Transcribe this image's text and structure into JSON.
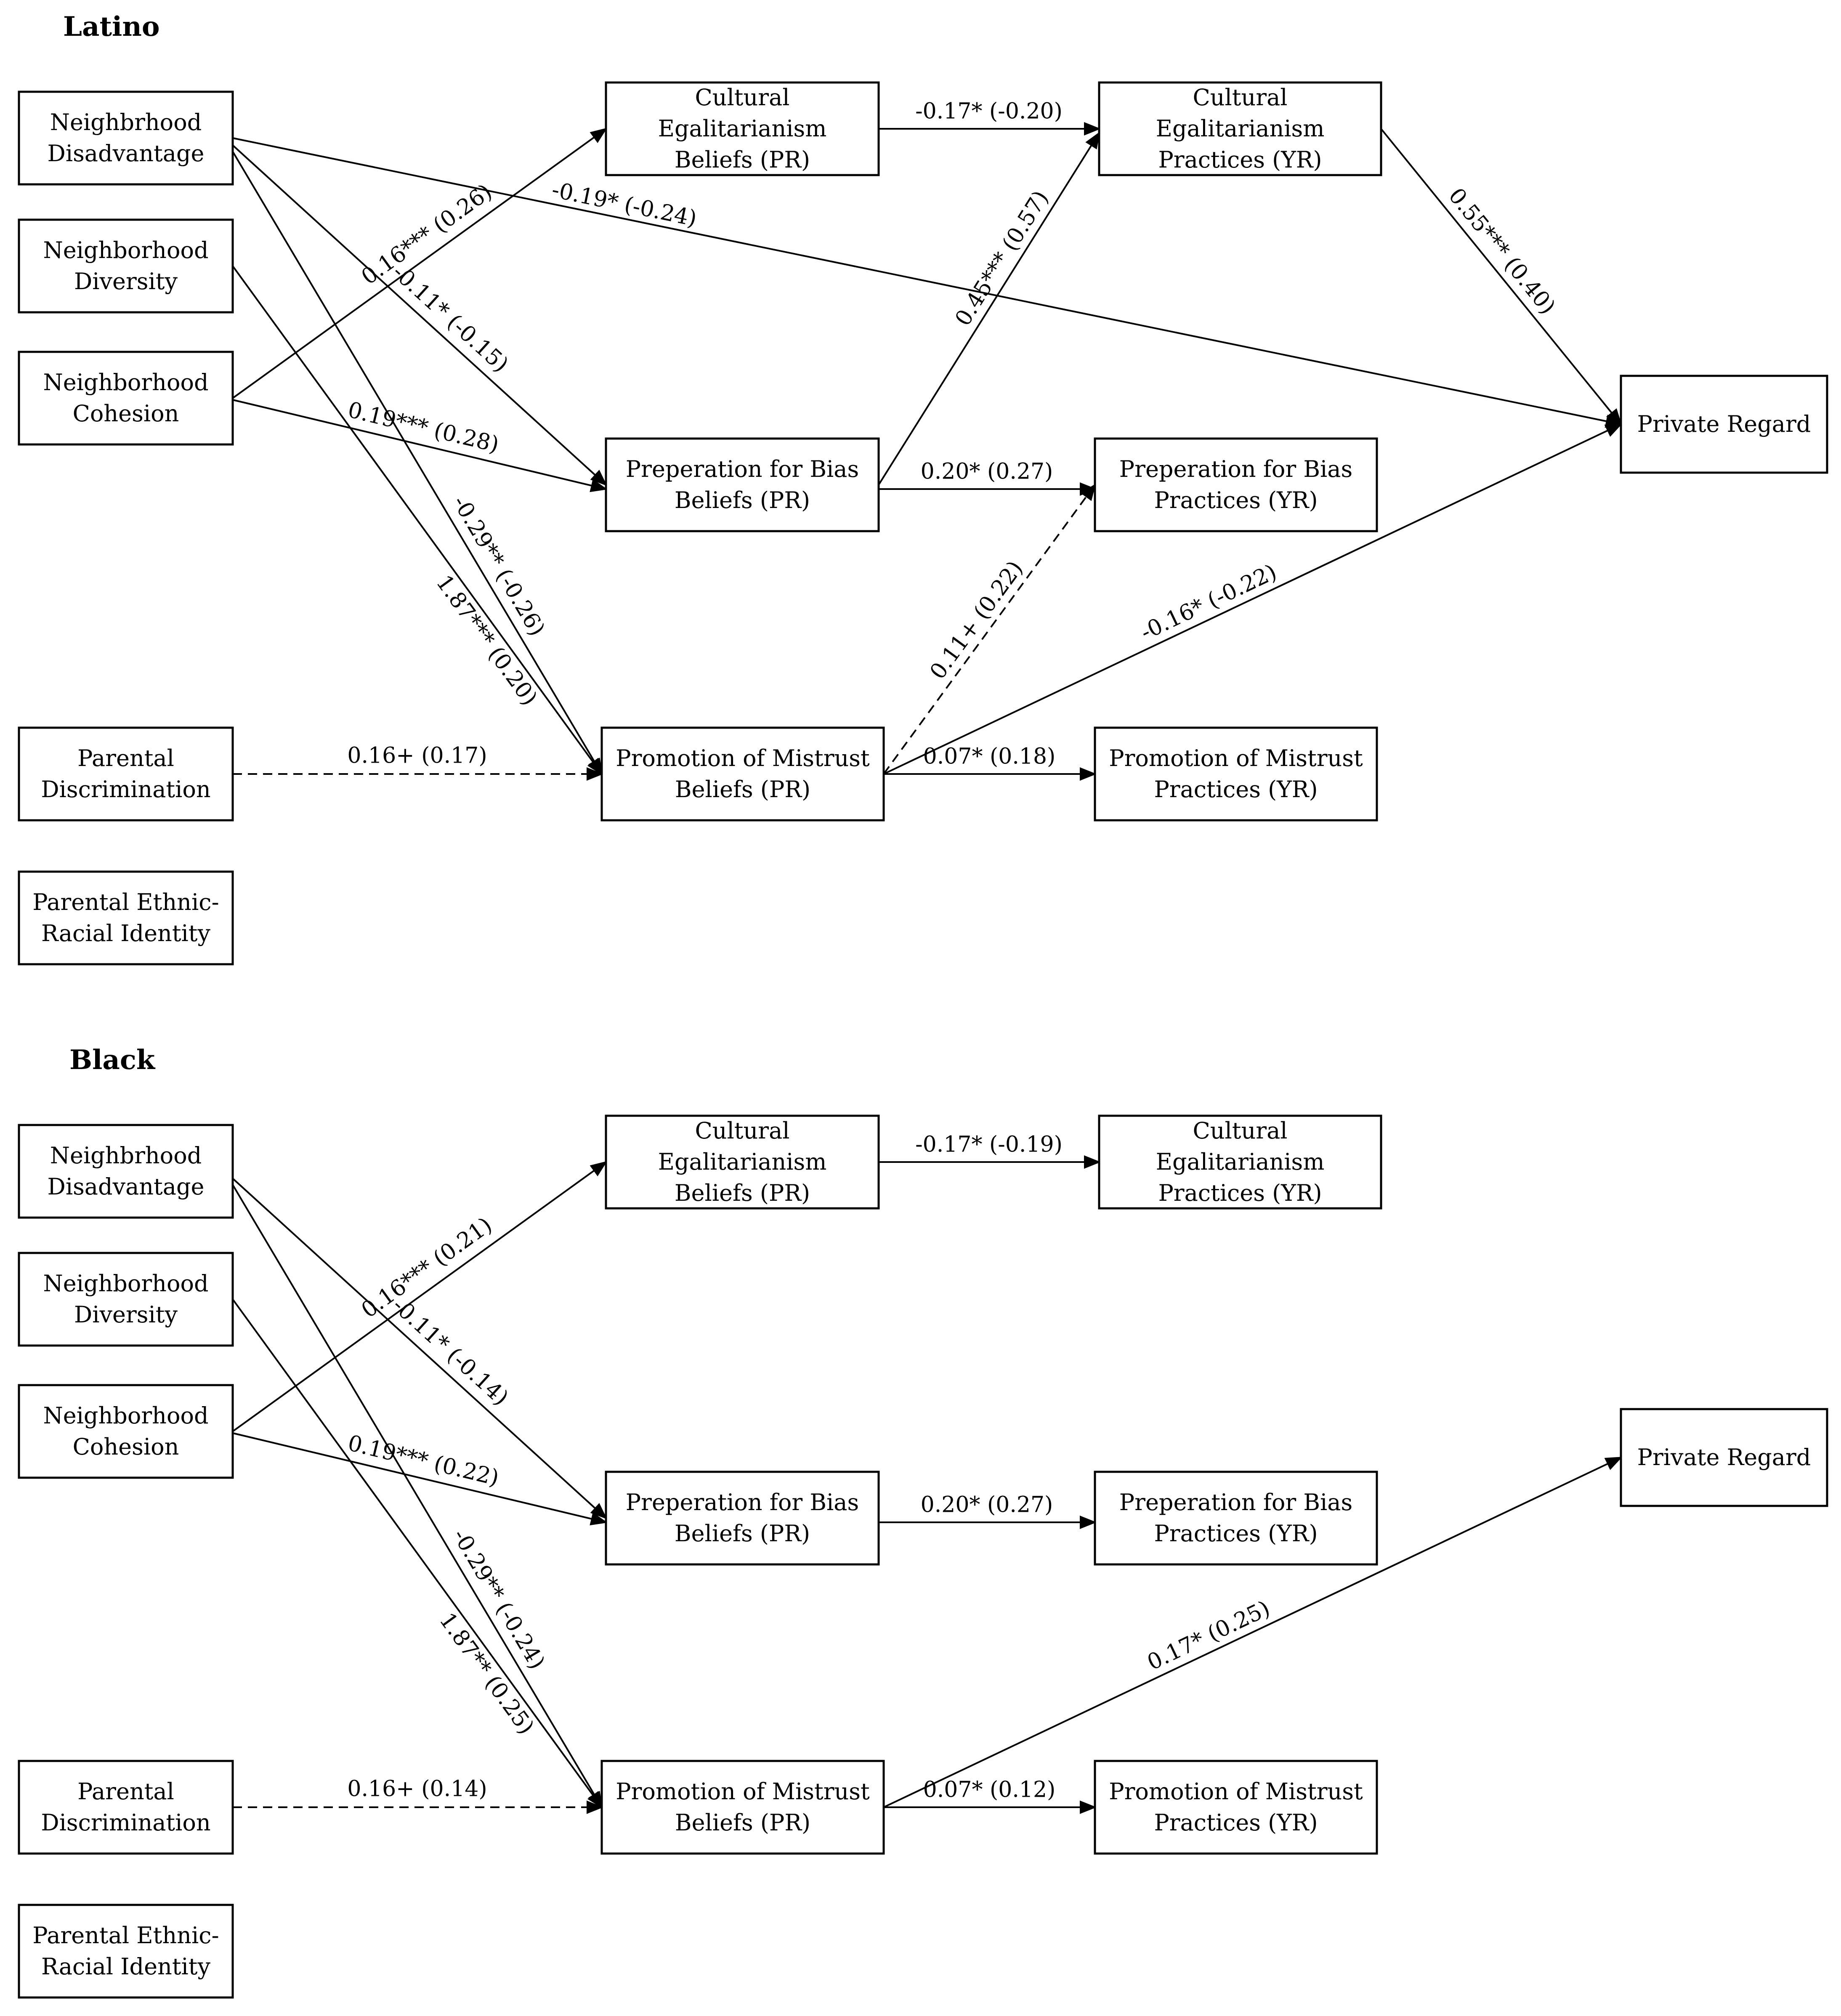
{
  "panels": [
    {
      "title": "Latino",
      "nodes": {
        "nd": [
          "Neighbrhood",
          "Disadvantage"
        ],
        "ndiv": [
          "Neighborhood",
          "Diversity"
        ],
        "nc": [
          "Neighborhood",
          "Cohesion"
        ],
        "pd": [
          "Parental",
          "Discrimination"
        ],
        "peri": [
          "Parental Ethnic-",
          "Racial Identity"
        ],
        "ceb": [
          "Cultural",
          "Egalitarianism",
          "Beliefs  (PR)"
        ],
        "pbb": [
          "Preperation for Bias",
          "Beliefs (PR)"
        ],
        "pmb": [
          "Promotion of Mistrust",
          "Beliefs (PR)"
        ],
        "cep": [
          "Cultural",
          "Egalitarianism",
          "Practices (YR)"
        ],
        "pbp": [
          "Preperation for Bias",
          "Practices (YR)"
        ],
        "pmp": [
          "Promotion of Mistrust",
          "Practices (YR)"
        ],
        "pr": [
          "Private Regard"
        ]
      },
      "edges": [
        {
          "from": "nc",
          "to": "ceb",
          "label": "0.16*** (0.26)",
          "dashed": false
        },
        {
          "from": "ceb",
          "to": "cep",
          "label": "-0.17* (-0.20)",
          "dashed": false
        },
        {
          "from": "nd",
          "to": "pr",
          "label": "-0.19* (-0.24)",
          "dashed": false
        },
        {
          "from": "pbb",
          "to": "cep",
          "label": "0.45*** (0.57)",
          "dashed": false
        },
        {
          "from": "cep",
          "to": "pr",
          "label": "0.55*** (0.40)",
          "dashed": false
        },
        {
          "from": "nd",
          "to": "pbb",
          "label": "-0.11* (-0.15)",
          "dashed": false
        },
        {
          "from": "nc",
          "to": "pbb",
          "label": "0.19*** (0.28)",
          "dashed": false
        },
        {
          "from": "pbb",
          "to": "pbp",
          "label": "0.20* (0.27)",
          "dashed": false
        },
        {
          "from": "nd",
          "to": "pmb",
          "label": "-0.29** (-0.26)",
          "dashed": false
        },
        {
          "from": "ndiv",
          "to": "pmb",
          "label": "1.87*** (0.20)",
          "dashed": false
        },
        {
          "from": "pmb",
          "to": "pbp",
          "label": "0.11+ (0.22)",
          "dashed": true
        },
        {
          "from": "pmb",
          "to": "pr",
          "label": "-0.16* (-0.22)",
          "dashed": false
        },
        {
          "from": "pd",
          "to": "pmb",
          "label": "0.16+ (0.17)",
          "dashed": true
        },
        {
          "from": "pmb",
          "to": "pmp",
          "label": "0.07* (0.18)",
          "dashed": false
        }
      ]
    },
    {
      "title": "Black",
      "nodes": {
        "nd": [
          "Neighbrhood",
          "Disadvantage"
        ],
        "ndiv": [
          "Neighborhood",
          "Diversity"
        ],
        "nc": [
          "Neighborhood",
          "Cohesion"
        ],
        "pd": [
          "Parental",
          "Discrimination"
        ],
        "peri": [
          "Parental Ethnic-",
          "Racial Identity"
        ],
        "ceb": [
          "Cultural",
          "Egalitarianism",
          "Beliefs  (PR)"
        ],
        "pbb": [
          "Preperation for Bias",
          "Beliefs (PR)"
        ],
        "pmb": [
          "Promotion of Mistrust",
          "Beliefs (PR)"
        ],
        "cep": [
          "Cultural",
          "Egalitarianism",
          "Practices (YR)"
        ],
        "pbp": [
          "Preperation for Bias",
          "Practices (YR)"
        ],
        "pmp": [
          "Promotion of Mistrust",
          "Practices (YR)"
        ],
        "pr": [
          "Private Regard"
        ]
      },
      "edges": [
        {
          "from": "nc",
          "to": "ceb",
          "label": "0.16*** (0.21)",
          "dashed": false
        },
        {
          "from": "ceb",
          "to": "cep",
          "label": "-0.17* (-0.19)",
          "dashed": false
        },
        {
          "from": "nd",
          "to": "pbb",
          "label": "-0.11* (-0.14)",
          "dashed": false
        },
        {
          "from": "nc",
          "to": "pbb",
          "label": "0.19*** (0.22)",
          "dashed": false
        },
        {
          "from": "pbb",
          "to": "pbp",
          "label": "0.20* (0.27)",
          "dashed": false
        },
        {
          "from": "nd",
          "to": "pmb",
          "label": "-0.29** (-0.24)",
          "dashed": false
        },
        {
          "from": "ndiv",
          "to": "pmb",
          "label": "1.87** (0.25)",
          "dashed": false
        },
        {
          "from": "pmb",
          "to": "pr",
          "label": "0.17* (0.25)",
          "dashed": false
        },
        {
          "from": "pd",
          "to": "pmb",
          "label": "0.16+ (0.14)",
          "dashed": true
        },
        {
          "from": "pmb",
          "to": "pmp",
          "label": "0.07* (0.12)",
          "dashed": false
        }
      ]
    }
  ]
}
